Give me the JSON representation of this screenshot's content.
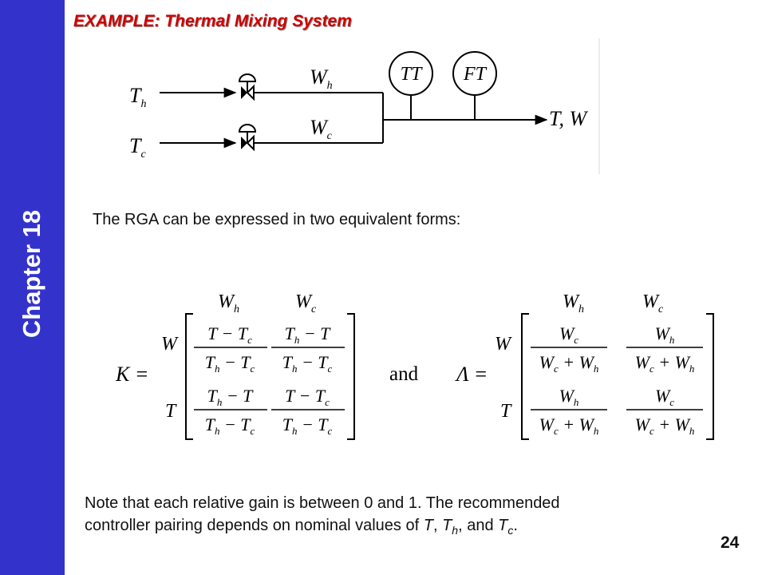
{
  "sidebar": {
    "chapter_label": "Chapter 18",
    "color": "#3333cc"
  },
  "slide": {
    "title": "EXAMPLE: Thermal Mixing System",
    "title_color": "#cc0000",
    "intro": "The RGA can be expressed in two equivalent forms:",
    "connector": "and",
    "page_number": "24"
  },
  "diagram": {
    "inlet_hot": "Th",
    "inlet_cold": "Tc",
    "flow_hot": "Wh",
    "flow_cold": "Wc",
    "transmitter_temp": "TT",
    "transmitter_flow": "FT",
    "outlet": "T, W"
  },
  "matrix_k": {
    "lhs": "K =",
    "col_headers": [
      "Wh",
      "Wc"
    ],
    "row_headers": [
      "W",
      "T"
    ],
    "cells": [
      [
        "(T − Tc)/(Th − Tc)",
        "(Th − T)/(Th − Tc)"
      ],
      [
        "(Th − T)/(Th − Tc)",
        "(T − Tc)/(Th − Tc)"
      ]
    ]
  },
  "matrix_lambda": {
    "lhs": "Λ =",
    "col_headers": [
      "Wh",
      "Wc"
    ],
    "row_headers": [
      "W",
      "T"
    ],
    "cells": [
      [
        "Wc/(Wc + Wh)",
        "Wh/(Wc + Wh)"
      ],
      [
        "Wh/(Wc + Wh)",
        "Wc/(Wc + Wh)"
      ]
    ]
  },
  "note": {
    "line1": "Note that each relative gain is between 0 and 1.  The recommended",
    "line2_prefix": "controller pairing depends on nominal values of ",
    "var_t": "T",
    "sep1": ", ",
    "var_th": "T",
    "sub_h": "h",
    "sep2": ", and ",
    "var_tc": "T",
    "sub_c": "c",
    "end": "."
  }
}
